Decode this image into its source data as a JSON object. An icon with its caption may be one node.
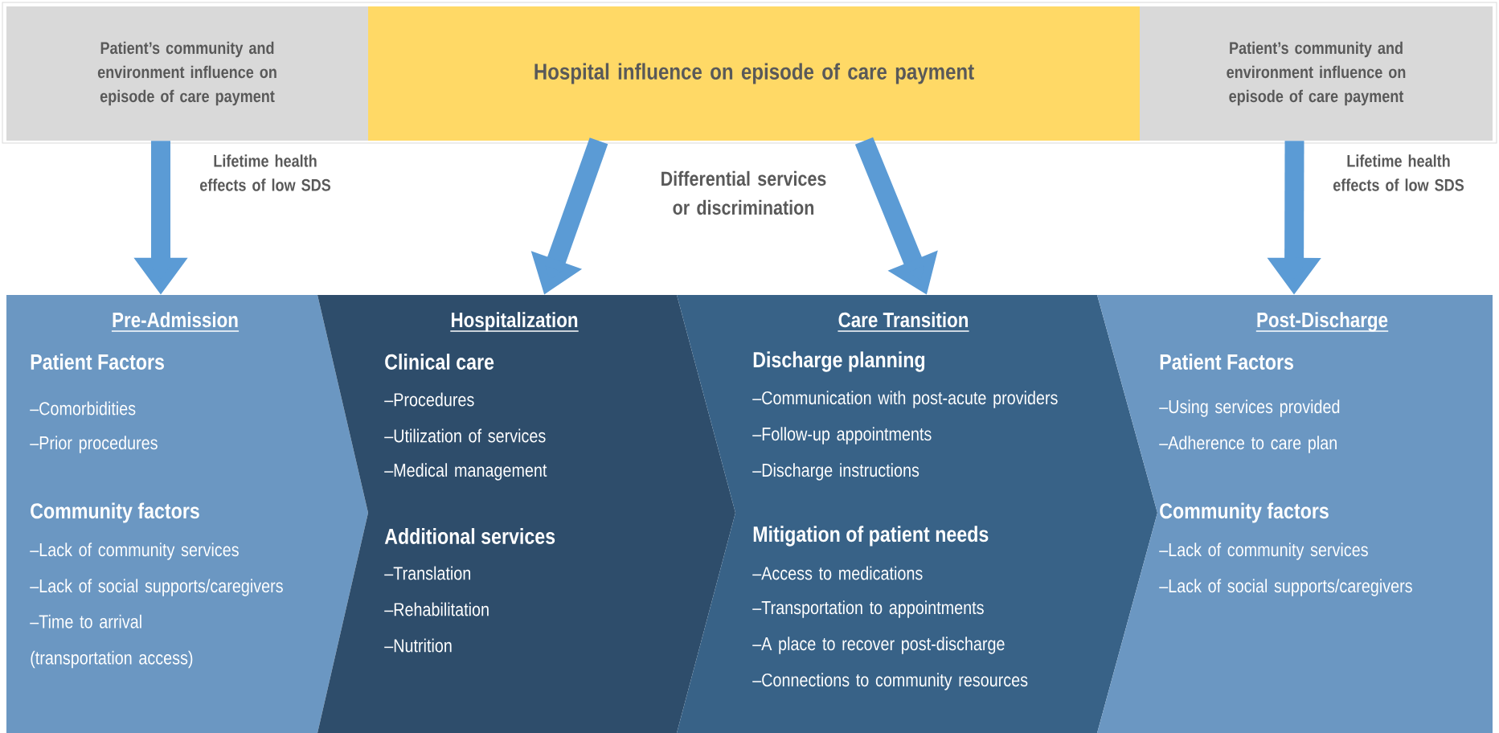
{
  "diagram": {
    "nodes": [
      {
        "text": [
          "Patient’s community and environment influence on episode of care payment"
        ]
      },
      {
        "text": [
          "Hospital influence on episode of care payment"
        ]
      },
      {
        "text": [
          "Patient’s community and environment influence on episode of care payment"
        ]
      },
      {
        "text": [
          "Pre-Admission",
          "Patient Factors",
          "–Comorbidities",
          "–Prior procedures",
          "Community factors",
          "–Lack of community services",
          "–Lack of social supports/caregivers",
          "–Time to arrival (transportation access)"
        ]
      },
      {
        "text": [
          "Hospitalization",
          "Clinical care",
          "–Procedures",
          "–Utilization of services",
          "–Medical management",
          "Additional services",
          "–Translation",
          "–Rehabilitation",
          "–Nutrition"
        ]
      },
      {
        "text": [
          "Care Transition",
          "Discharge planning",
          "–Communication with post-acute providers",
          "–Follow-up appointments",
          "–Discharge instructions",
          "Mitigation of patient needs",
          "–Access to medications",
          "–Transportation to appointments",
          "–A place to recover post-discharge",
          "–Connections to community resources"
        ]
      },
      {
        "text": [
          "Post-Discharge",
          "Patient Factors",
          "–Using services provided",
          "–Adherence to care plan",
          "Community factors",
          "–Lack of community services",
          "–Lack of social supports/caregivers"
        ]
      }
    ],
    "edges": [
      {
        "from": 0,
        "to": 3,
        "arrow": "to",
        "label": "Lifetime health effects of low SDS"
      },
      {
        "from": 1,
        "to": 4,
        "arrow": "to"
      },
      {
        "from": 1,
        "to": 5,
        "arrow": "to"
      },
      {
        "from": 2,
        "to": 6,
        "arrow": "to",
        "label": "Lifetime health effects of low SDS"
      }
    ],
    "labels": [
      "Differential services or discrimination"
    ]
  }
}
